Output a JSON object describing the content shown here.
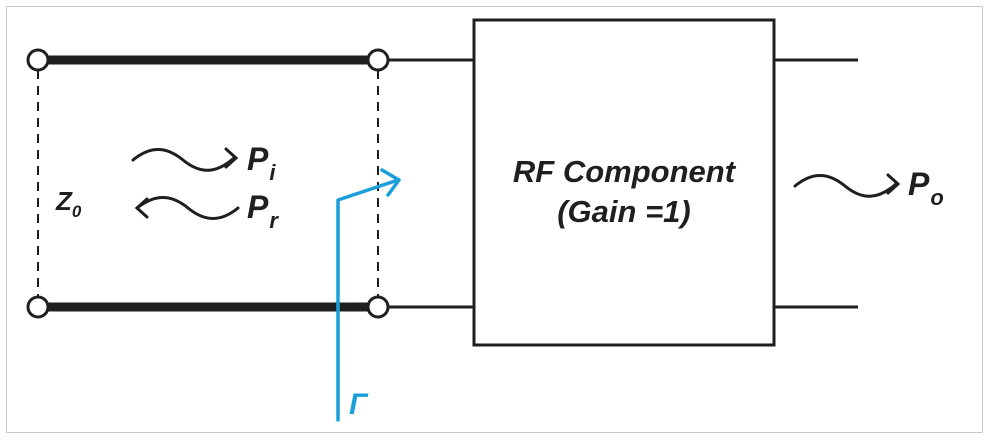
{
  "diagram": {
    "component": {
      "title": "RF Component",
      "subtitle": "(Gain =1)"
    },
    "line_impedance": {
      "symbol": "Z",
      "subscript": "0"
    },
    "incident_power": {
      "symbol": "P",
      "subscript": "i"
    },
    "reflected_power": {
      "symbol": "P",
      "subscript": "r"
    },
    "output_power": {
      "symbol": "P",
      "subscript": "o"
    },
    "reflection_coefficient": {
      "symbol": "Γ"
    },
    "colors": {
      "line": "#1f1f1f",
      "accent": "#1a9fdb",
      "frame": "#c8c8c8",
      "background": "#ffffff"
    }
  }
}
